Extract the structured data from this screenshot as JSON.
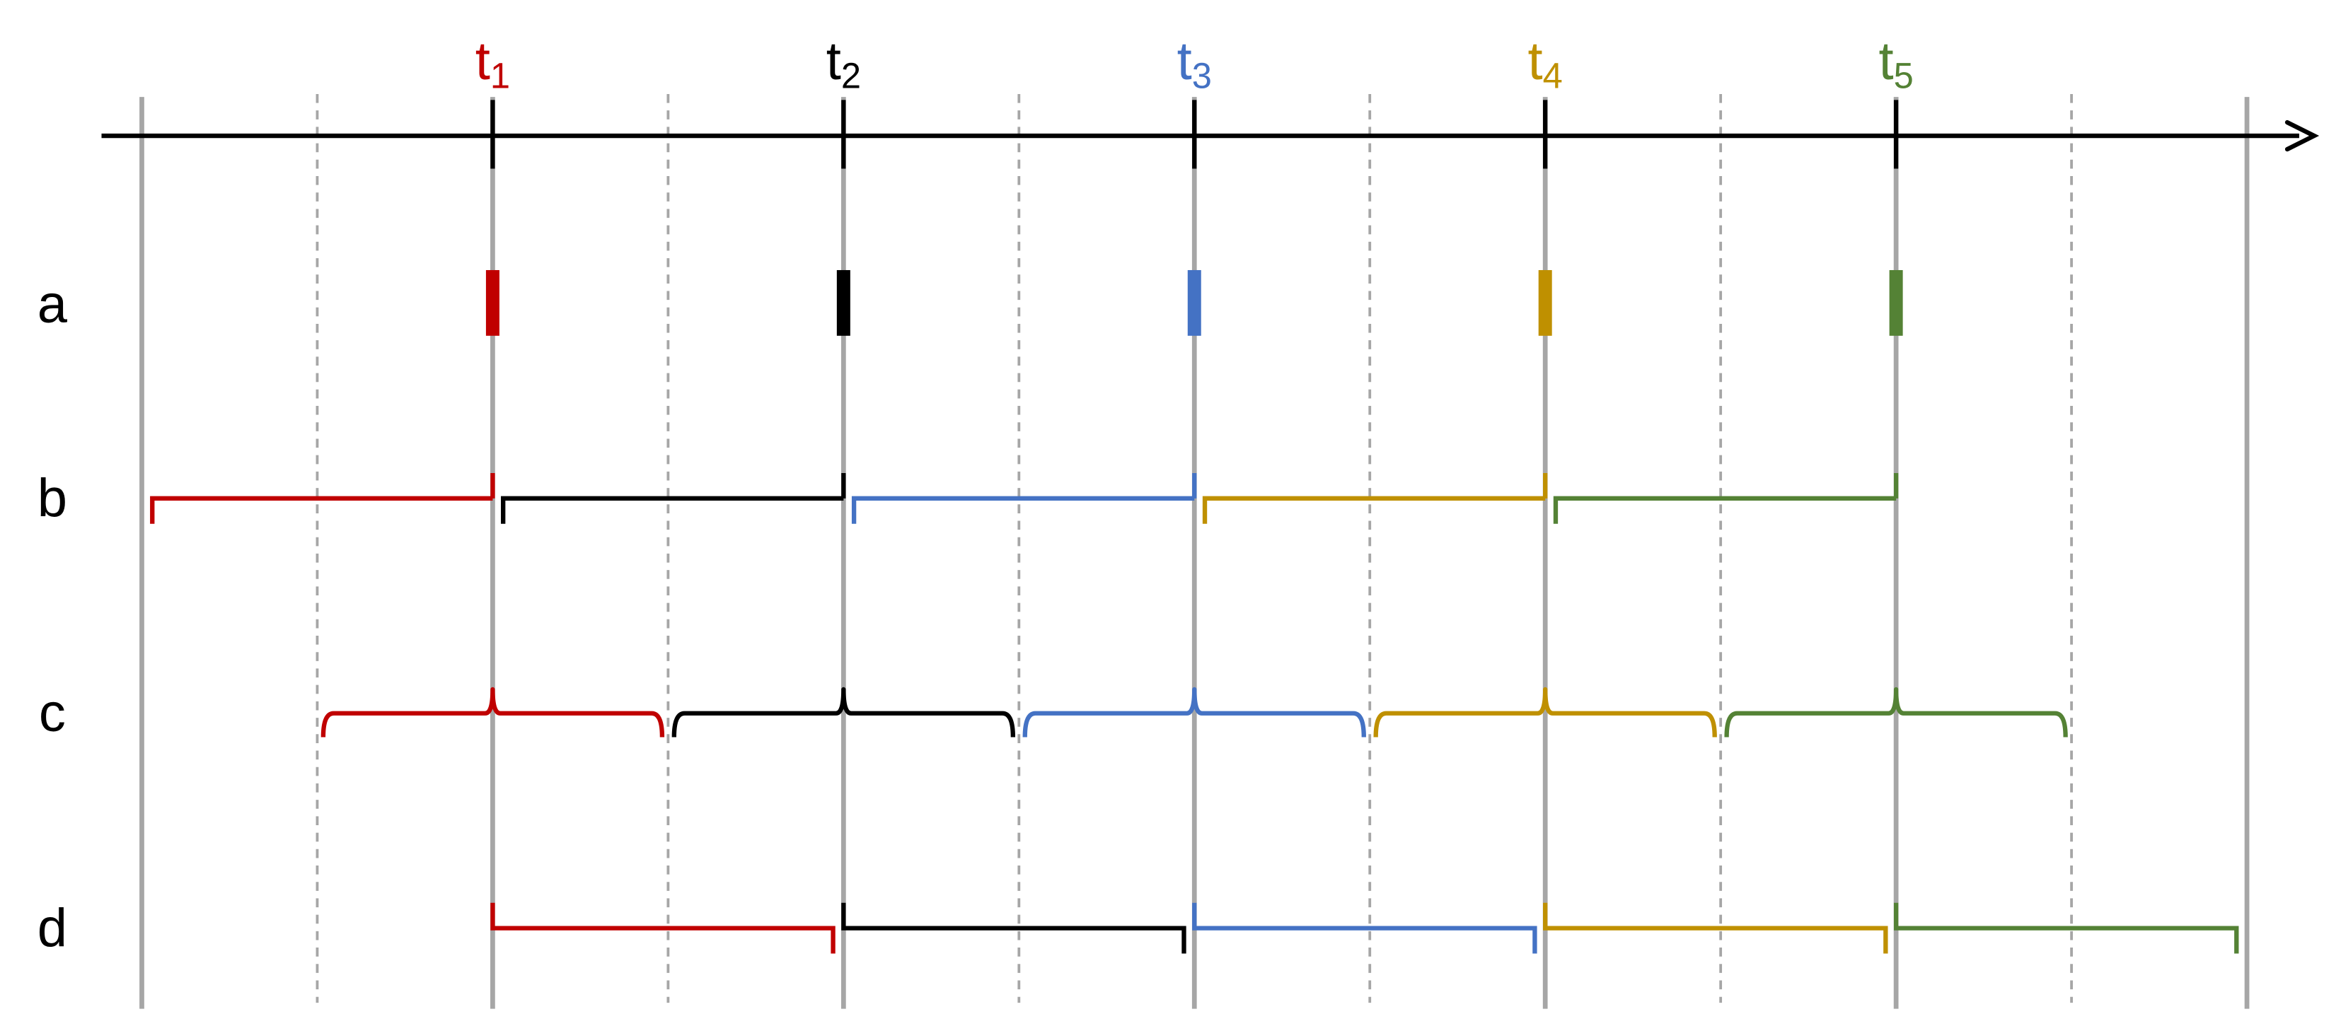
{
  "time_points": [
    {
      "base": "t",
      "sub": "1",
      "color": "#c00000"
    },
    {
      "base": "t",
      "sub": "2",
      "color": "#000000"
    },
    {
      "base": "t",
      "sub": "3",
      "color": "#4472c4"
    },
    {
      "base": "t",
      "sub": "4",
      "color": "#bf9000"
    },
    {
      "base": "t",
      "sub": "5",
      "color": "#548235"
    }
  ],
  "rows": [
    {
      "label": "a",
      "style": "marker"
    },
    {
      "label": "b",
      "style": "preceding"
    },
    {
      "label": "c",
      "style": "centered"
    },
    {
      "label": "d",
      "style": "following"
    }
  ],
  "colors": {
    "axis": "#000000",
    "solid_gridline": "#a6a6a6",
    "dashed_gridline": "#a6a6a6"
  }
}
